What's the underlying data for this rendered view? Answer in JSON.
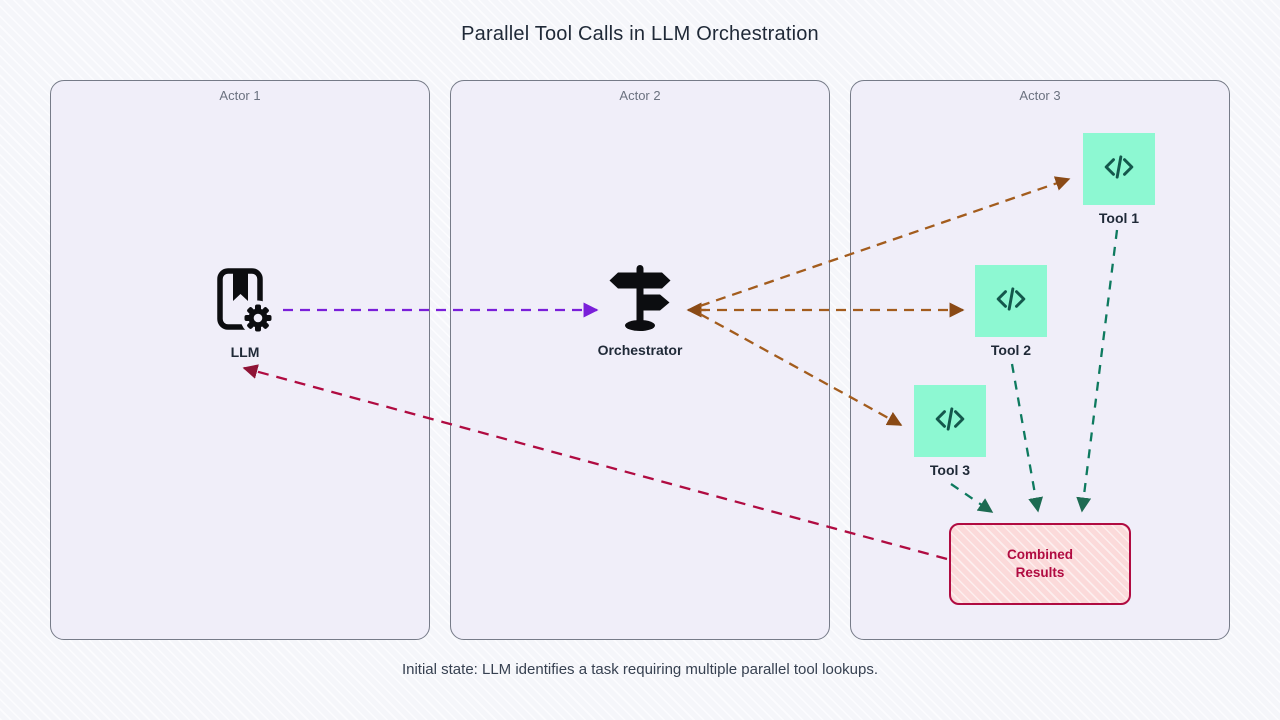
{
  "title": "Parallel Tool Calls in LLM Orchestration",
  "caption": "Initial state: LLM identifies a task requiring multiple parallel tool lookups.",
  "actors": [
    {
      "label": "Actor 1"
    },
    {
      "label": "Actor 2"
    },
    {
      "label": "Actor 3"
    }
  ],
  "nodes": {
    "llm": {
      "label": "LLM",
      "icon": "book-gear-icon"
    },
    "orchestrator": {
      "label": "Orchestrator",
      "icon": "signpost-icon"
    },
    "tool1": {
      "label": "Tool 1",
      "icon": "code-icon"
    },
    "tool2": {
      "label": "Tool 2",
      "icon": "code-icon"
    },
    "tool3": {
      "label": "Tool 3",
      "icon": "code-icon"
    },
    "combined": {
      "label": "Combined Results",
      "line1": "Combined",
      "line2": "Results"
    }
  },
  "edges": [
    {
      "from": "LLM",
      "to": "Orchestrator",
      "style": "dashed",
      "color": "#7a1fd9"
    },
    {
      "from": "Orchestrator",
      "to": "Tool 1",
      "style": "dashed",
      "color": "#a35c1d"
    },
    {
      "from": "Orchestrator",
      "to": "Tool 2",
      "style": "dashed",
      "color": "#a35c1d"
    },
    {
      "from": "Orchestrator",
      "to": "Tool 3",
      "style": "dashed",
      "color": "#a35c1d"
    },
    {
      "from": "Tool 1",
      "to": "Combined Results",
      "style": "dashed",
      "color": "#0e7a5f"
    },
    {
      "from": "Tool 2",
      "to": "Combined Results",
      "style": "dashed",
      "color": "#0e7a5f"
    },
    {
      "from": "Tool 3",
      "to": "Combined Results",
      "style": "dashed",
      "color": "#0e7a5f"
    },
    {
      "from": "Combined Results",
      "to": "LLM",
      "style": "dashed",
      "color": "#b00b41"
    }
  ],
  "colors": {
    "background": "#f7f8fc",
    "actor_fill": "#f0eef9",
    "actor_border": "#767b88",
    "actor_label": "#6b7280",
    "tool_fill": "#8df8d2",
    "tool_glyph": "#14584c",
    "combined_fill": "#fbdada",
    "combined_border": "#b00b41",
    "arrow_purple": "#7a1fd9",
    "arrow_brown": "#a35c1d",
    "arrow_teal": "#0e7a5f",
    "arrow_crimson": "#b00b41",
    "icon_black": "#0c0d10",
    "title_text": "#1f2937",
    "caption_text": "#374151"
  }
}
